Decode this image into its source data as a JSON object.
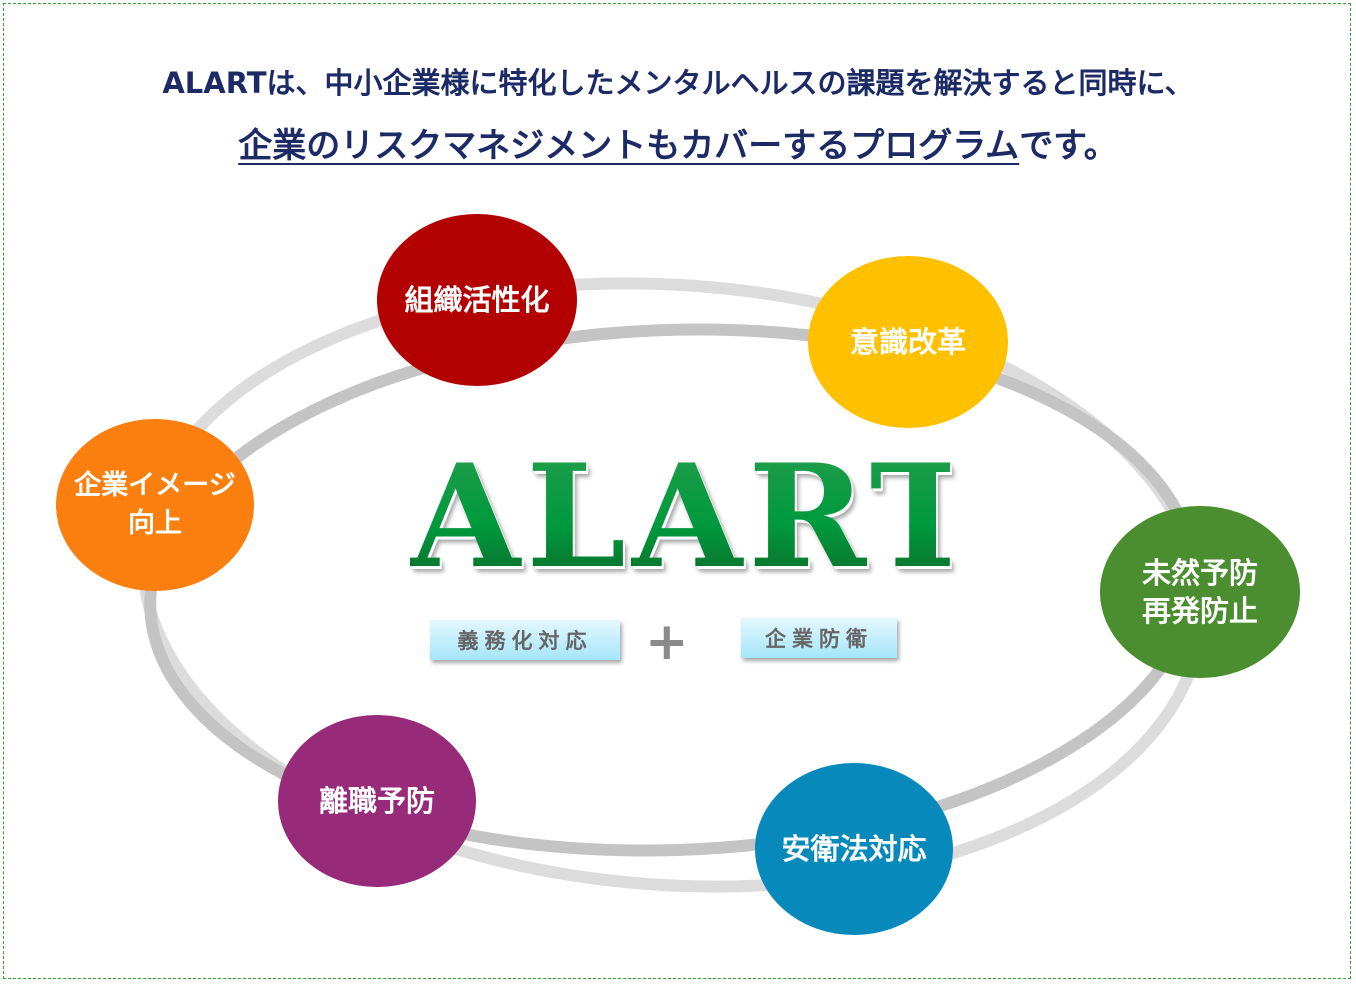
{
  "headline": {
    "line1": "ALARTは、中小企業様に特化したメンタルヘルスの課題を解決すると同時に、",
    "line2_underlined": "企業のリスクマネジメントもカバーするプログラム",
    "line2_tail": "です。"
  },
  "logo": "ALART",
  "tags": {
    "left": "義務化対応",
    "plus": "+",
    "right": "企業防衛"
  },
  "nodes": [
    {
      "label": "組織活性化",
      "color": "#b30000"
    },
    {
      "label": "意識改革",
      "color": "#ffc000"
    },
    {
      "label": "企業イメージ向上",
      "line1": "企業イメージ",
      "line2": "向上",
      "color": "#fb7f0f"
    },
    {
      "label": "未然予防再発防止",
      "line1": "未然予防",
      "line2": "再発防止",
      "color": "#4a8e30"
    },
    {
      "label": "離職予防",
      "color": "#982a7a"
    },
    {
      "label": "安衛法対応",
      "color": "#078abb"
    }
  ]
}
